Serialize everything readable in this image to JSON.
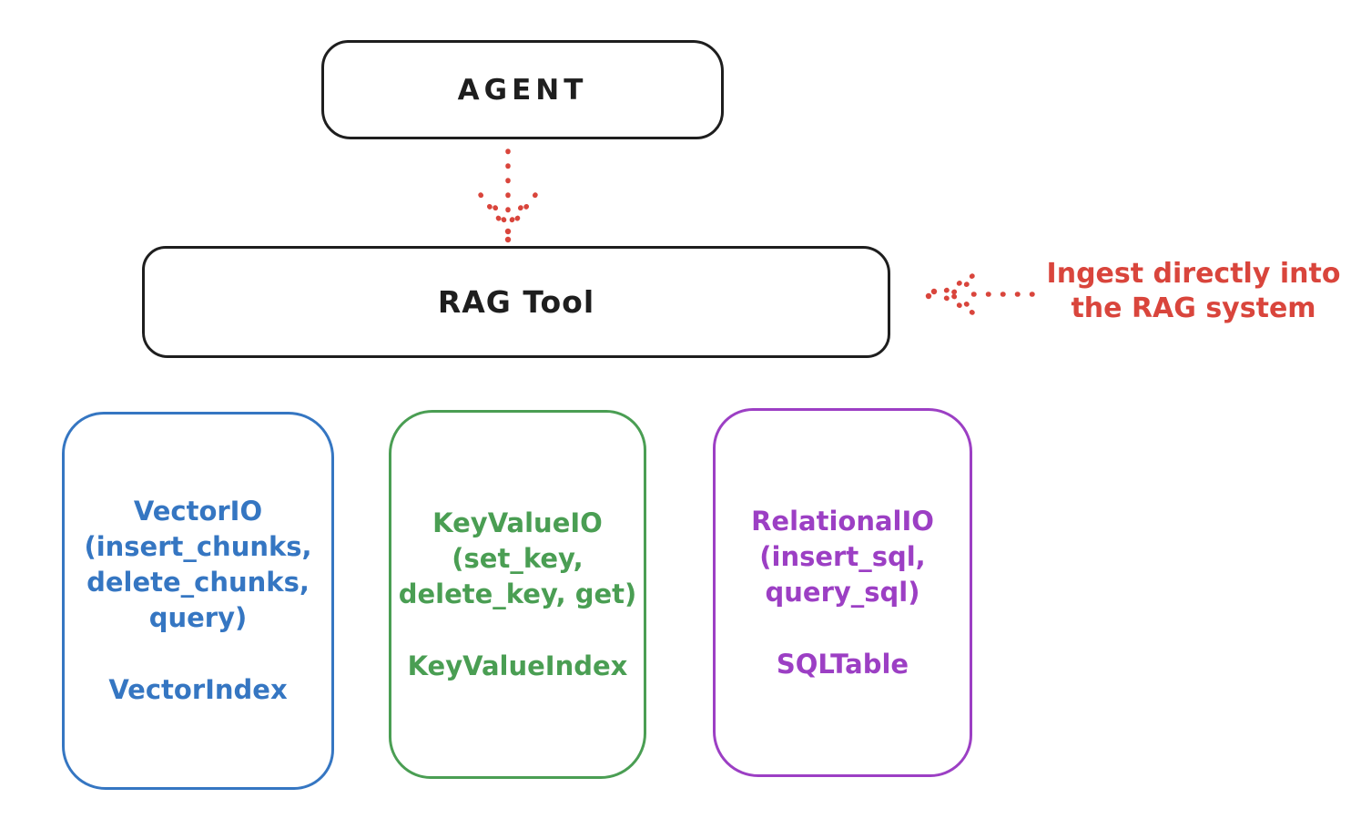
{
  "colors": {
    "black": "#1e1e1e",
    "red": "#d9453c",
    "blue": "#3576c2",
    "green": "#4a9e53",
    "purple": "#9c3fc4",
    "bg": "#ffffff"
  },
  "nodes": {
    "agent": {
      "label": "AGENT"
    },
    "rag_tool": {
      "label": "RAG Tool"
    },
    "vector": {
      "lines": [
        "VectorIO",
        "(insert_chunks,",
        "delete_chunks,",
        "query)"
      ],
      "index_label": "VectorIndex"
    },
    "keyvalue": {
      "lines": [
        "KeyValueIO",
        "(set_key,",
        "delete_key, get)"
      ],
      "index_label": "KeyValueIndex"
    },
    "relational": {
      "lines": [
        "RelationalIO",
        "(insert_sql,",
        "query_sql)"
      ],
      "index_label": "SQLTable"
    }
  },
  "annotation": {
    "lines": [
      "Ingest directly into",
      "the RAG system"
    ]
  },
  "arrows": {
    "agent_to_rag": "dotted-down-arrow",
    "annotation_to_rag": "dotted-left-arrow"
  }
}
